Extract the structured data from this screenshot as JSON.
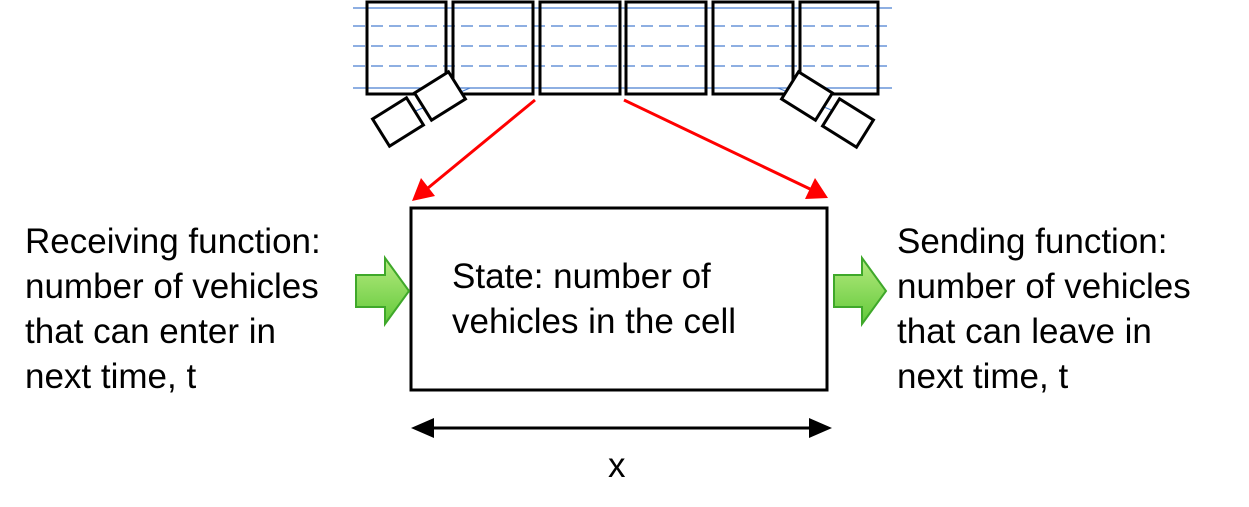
{
  "receiving": {
    "lines": [
      "Receiving function:",
      "number of vehicles",
      "that can enter in",
      "next time, t"
    ]
  },
  "sending": {
    "lines": [
      "Sending function:",
      "number of vehicles",
      "that can leave in",
      "next time, t"
    ]
  },
  "cell": {
    "state_lines": [
      "State: number of",
      "vehicles in the cell"
    ]
  },
  "dimension_label": "x",
  "colors": {
    "lane_lines": "#4a7fd0",
    "pointer_arrows": "#ff0000",
    "flow_arrow_fill": "#7ad63a",
    "flow_arrow_stroke": "#3fa82a",
    "outline": "#000000"
  }
}
